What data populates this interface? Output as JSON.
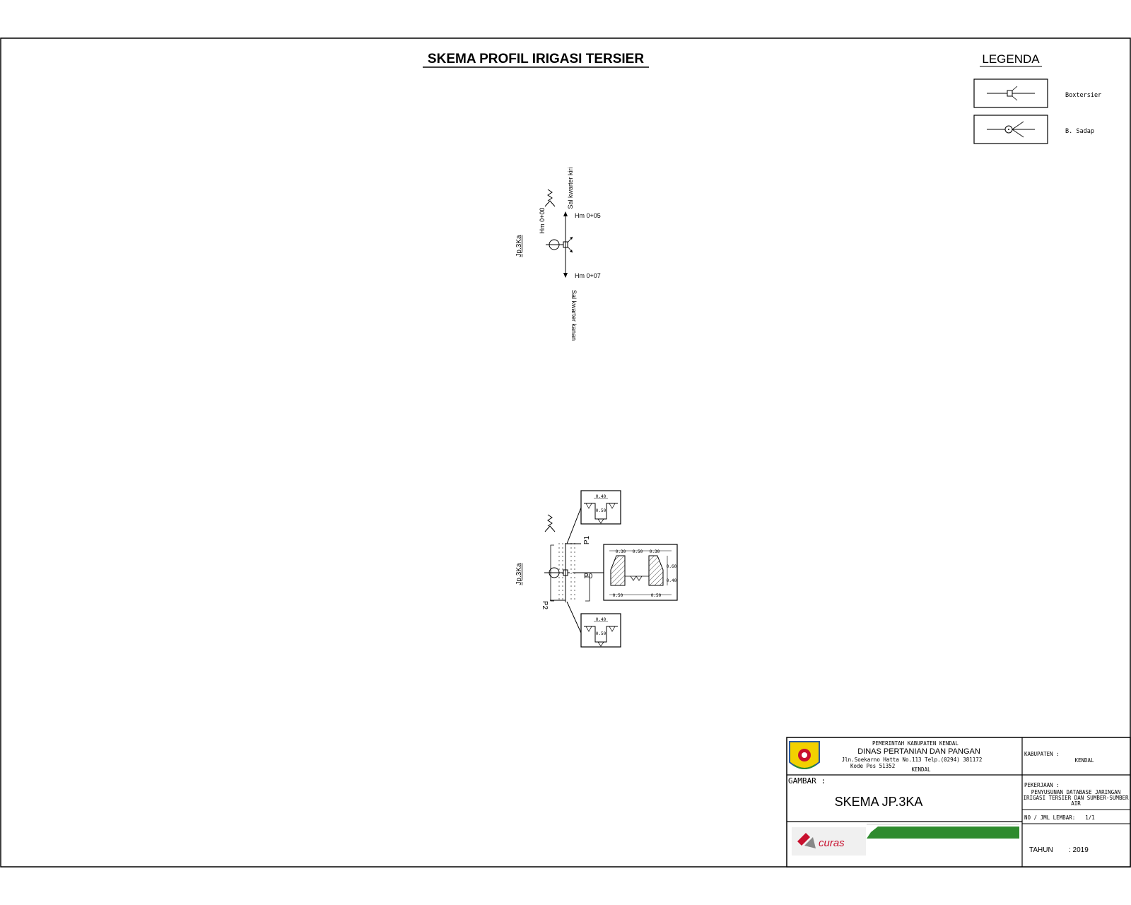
{
  "title": "SKEMA PROFIL IRIGASI TERSIER",
  "legend": {
    "heading": "LEGENDA",
    "items": [
      {
        "label": "Boxtersier",
        "symbol": "box"
      },
      {
        "label": "B. Sadap",
        "symbol": "sadap"
      }
    ]
  },
  "schema_top": {
    "block_label": "Jp.3Ka",
    "hm_start": "Hm 0+00",
    "hm_left": "Hm 0+05",
    "hm_right": "Hm 0+07",
    "channel_left": "Sal kwarter kiri",
    "channel_right": "Sal kwarter kanan"
  },
  "schema_bottom": {
    "block_label": "Jp.3Ka",
    "points": [
      "P1",
      "P0",
      "P2"
    ],
    "dims": {
      "p1_top": "0.40",
      "p1_depth": "0.50",
      "p0_wall_left": "0.30",
      "p0_width": "0.50",
      "p0_wall_right": "0.30",
      "p0_height_top": "0.60",
      "p0_height_bottom": "0.40",
      "p0_foot_left": "0.50",
      "p0_foot_right": "0.50",
      "p2_top": "0.40",
      "p2_depth": "0.50"
    }
  },
  "title_block": {
    "org_line1": "PEMERINTAH KABUPATEN KENDAL",
    "org_line2": "DINAS PERTANIAN DAN PANGAN",
    "address": "Jln.Soekarno Hatta No.113 Telp.(0294) 381172",
    "postal": "Kode Pos 51352",
    "city": "KENDAL",
    "kabupaten_label": "KABUPATEN :",
    "kabupaten_value": "KENDAL",
    "gambar_label": "GAMBAR :",
    "gambar_value": "SKEMA JP.3KA",
    "pekerjaan_label": "PEKERJAAN :",
    "pekerjaan_line1": "PENYUSUNAN DATABASE JARINGAN",
    "pekerjaan_line2": "IRIGASI TERSIER DAN SUMBER-SUMBER",
    "pekerjaan_line3": "AIR",
    "lembar_label": "NO / JML LEMBAR:",
    "lembar_value": "1/1",
    "tahun_label": "TAHUN",
    "tahun_value": ": 2019",
    "logo_text": "curas"
  },
  "colors": {
    "line": "#000000",
    "band": "#2e8b2e",
    "logo_red": "#c8102e"
  }
}
